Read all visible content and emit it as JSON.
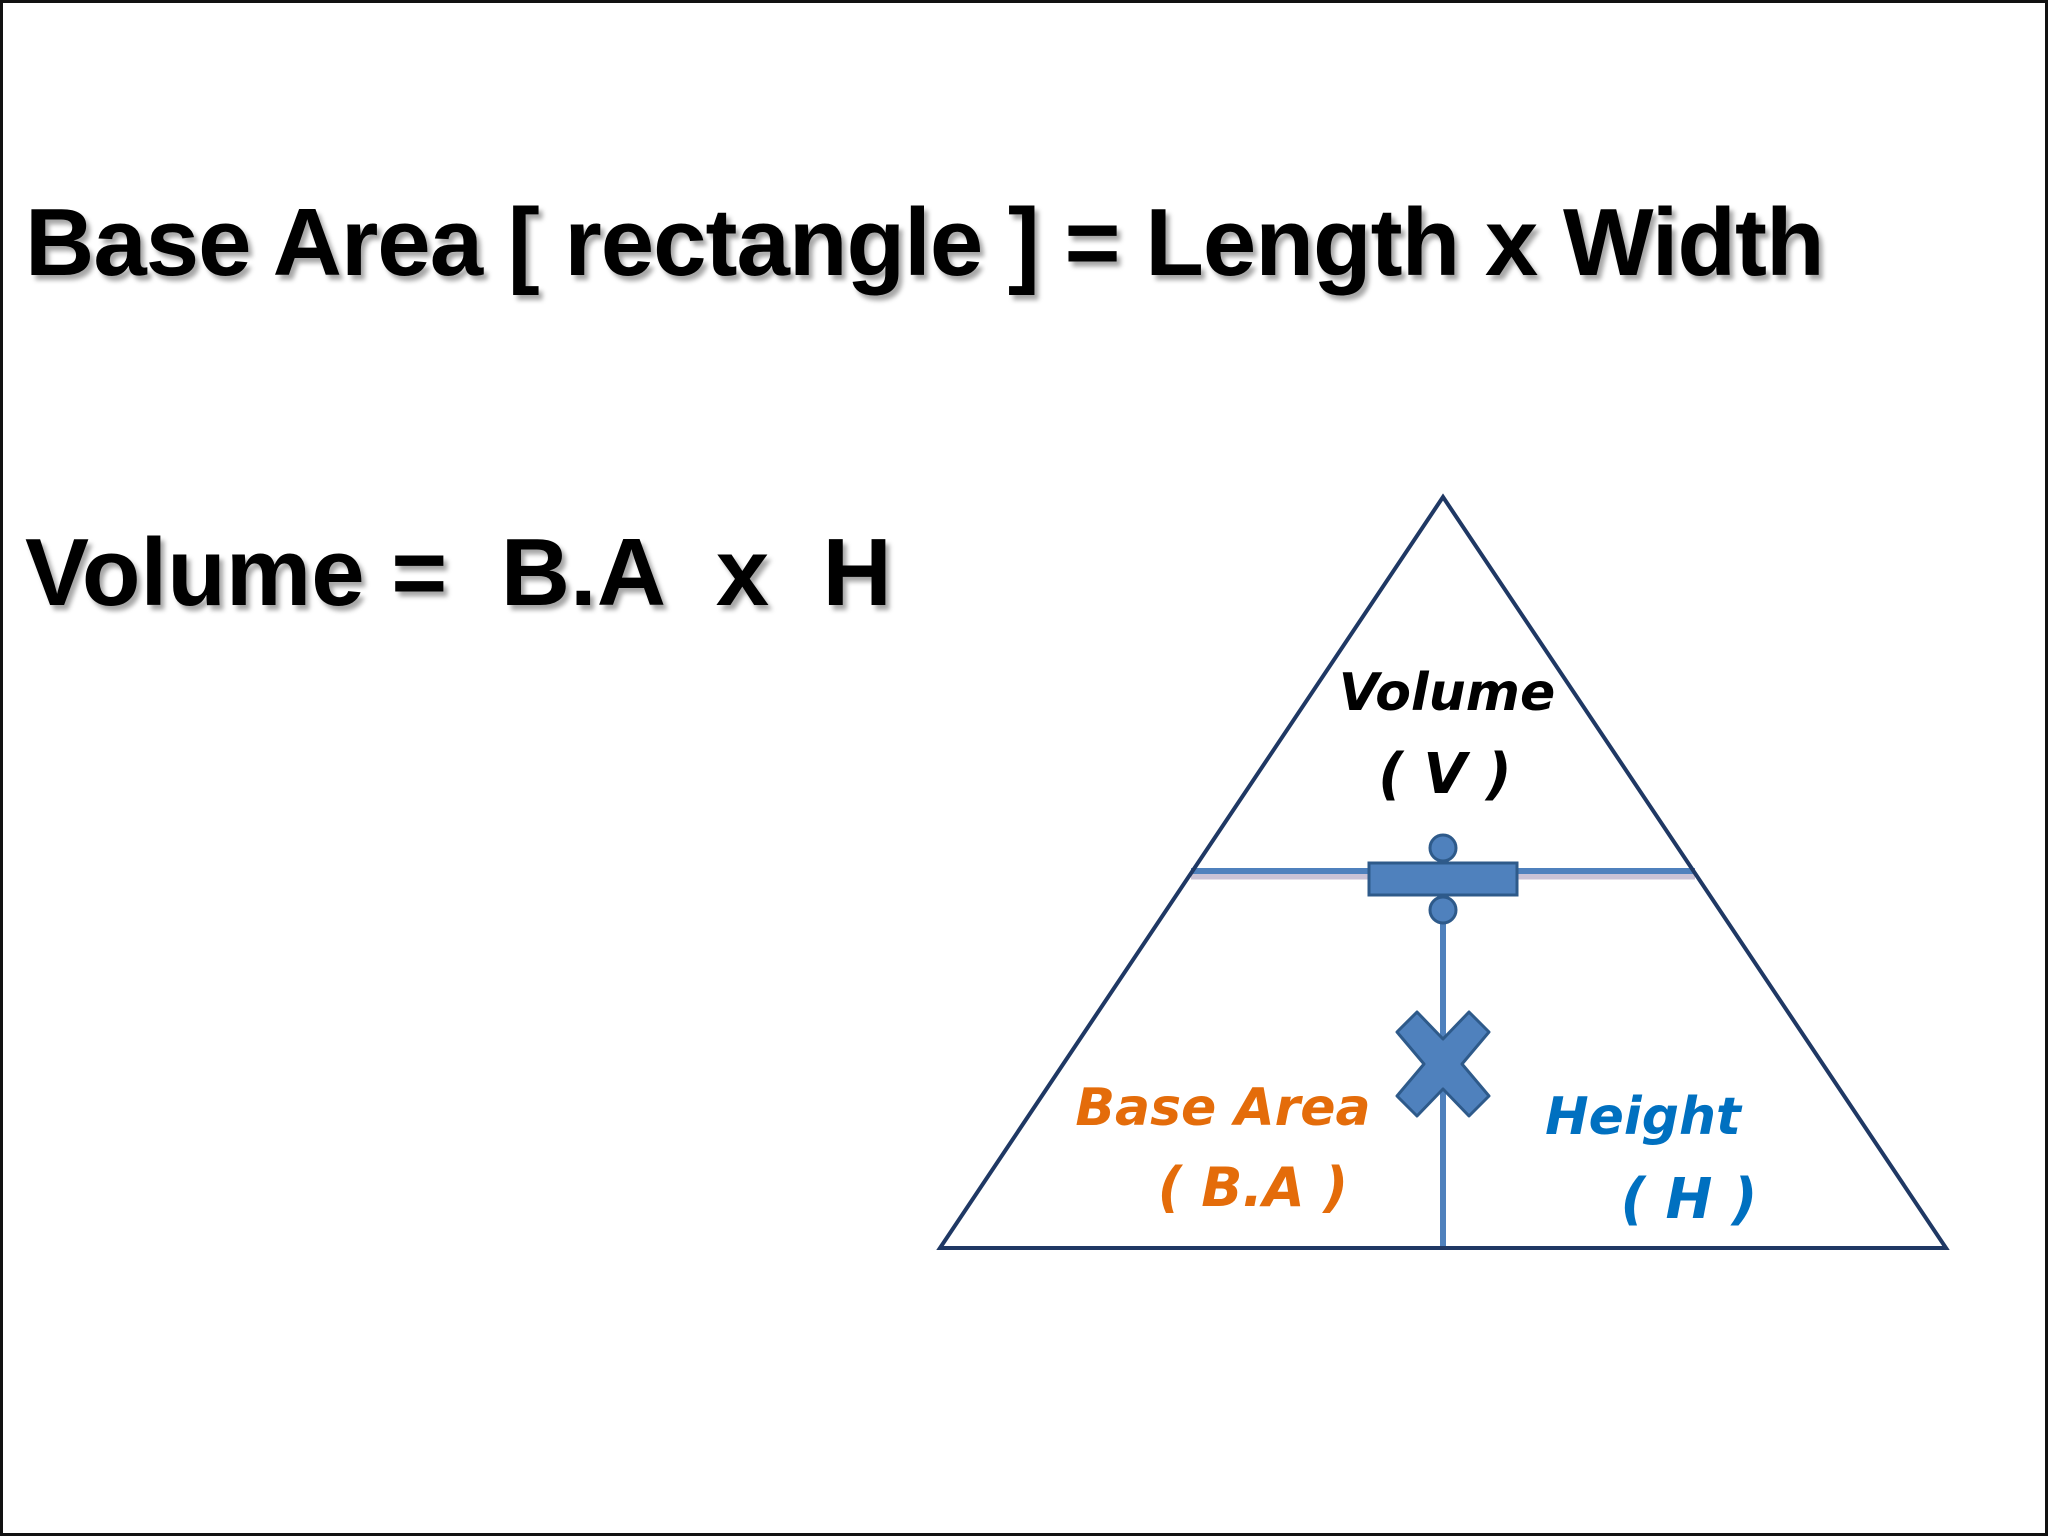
{
  "formulas": {
    "base_area": "Base Area [ rectangle ] = Length x Width",
    "volume": "Volume =  B.A  x  H"
  },
  "triangle": {
    "top": {
      "label": "Volume",
      "symbol": "( V )",
      "color": "#000000"
    },
    "bottom_left": {
      "label": "Base Area",
      "symbol": "( B.A )",
      "color": "#E46C0A"
    },
    "bottom_right": {
      "label": "Height",
      "symbol": "( H )",
      "color": "#0070C0"
    },
    "outline_color": "#1F3864",
    "divider_color": "#4F81BD",
    "divide_icon": "divide-icon",
    "multiply_icon": "multiply-icon"
  }
}
